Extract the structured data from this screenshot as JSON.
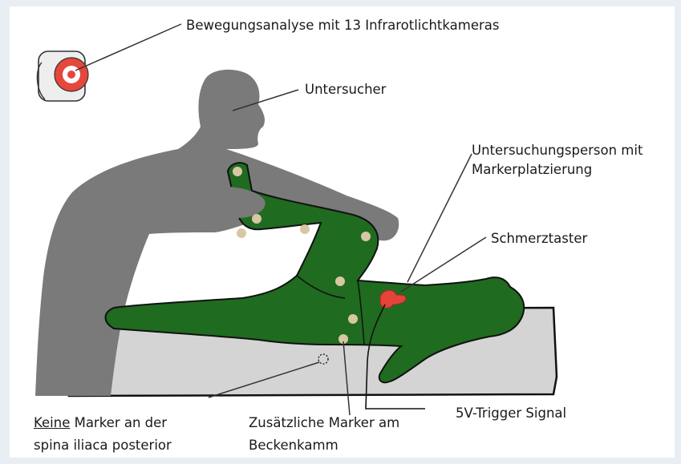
{
  "labels": {
    "cameras": "Bewegungsanalyse mit 13 Infrarotlichtkameras",
    "examiner": "Untersucher",
    "subject_line1": "Untersuchungsperson mit",
    "subject_line2": "Markerplatzierung",
    "pain_button": "Schmerztaster",
    "trigger": "5V-Trigger Signal",
    "no_marker_word": "Keine",
    "no_marker_rest": " Marker an der",
    "no_marker_line2": "spina iliaca posterior",
    "extra_marker_line1": "Zusätzliche Marker am",
    "extra_marker_line2": "Beckenkamm"
  },
  "colors": {
    "examiner": "#7a7a7a",
    "subject": "#1f6b1f",
    "marker": "#d8c7a3",
    "table": "#d4d4d4",
    "pain_button": "#e4433a",
    "leader_line": "#333333"
  },
  "icons": {
    "camera": "infrared-camera-icon",
    "pain_button": "pain-button-icon"
  }
}
